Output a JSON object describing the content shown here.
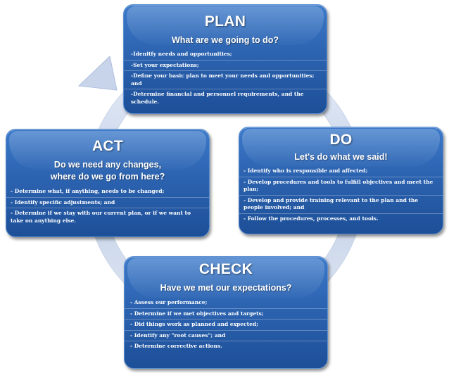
{
  "plan": {
    "title": "PLAN",
    "question": "What are we going to do?",
    "items": [
      "-Idenitfy needs and opportunities;",
      "-Set your expectations;",
      "-Define your basic plan to meet your needs and opportunities; and",
      "-Determine financial and personnel requirements, and the schedule."
    ]
  },
  "do": {
    "title": "DO",
    "question": "Let's do what we said!",
    "items": [
      "- Identify who is responsible and affected;",
      "- Develop procedures and tools to fulfill objectives and meet the plan;",
      "- Develop and provide training relevant to the plan and the people involved; and",
      "- Follow the procedures, processes, and tools."
    ]
  },
  "act": {
    "title": "ACT",
    "question_line1": "Do we need any changes,",
    "question_line2": "where do we go from here?",
    "items": [
      "- Determine what, if anything, needs to be changed;",
      "- Identify specific adjustments; and",
      "- Determine if we stay with our current plan, or if we want to take on anything else."
    ]
  },
  "check": {
    "title": "CHECK",
    "question": "Have we met our expectations?",
    "items": [
      "- Assess our performance;",
      "- Determine if we met objectives and targets;",
      "- Did things work as planned and expected;",
      "- Identify any \"root causes\"; and",
      "- Determine corrective actions."
    ]
  },
  "colors": {
    "box_fill": "#2c63b0",
    "box_border": "#5b8fd0",
    "cycle_arrow": "#c9d6ea",
    "text": "#ffffff"
  }
}
